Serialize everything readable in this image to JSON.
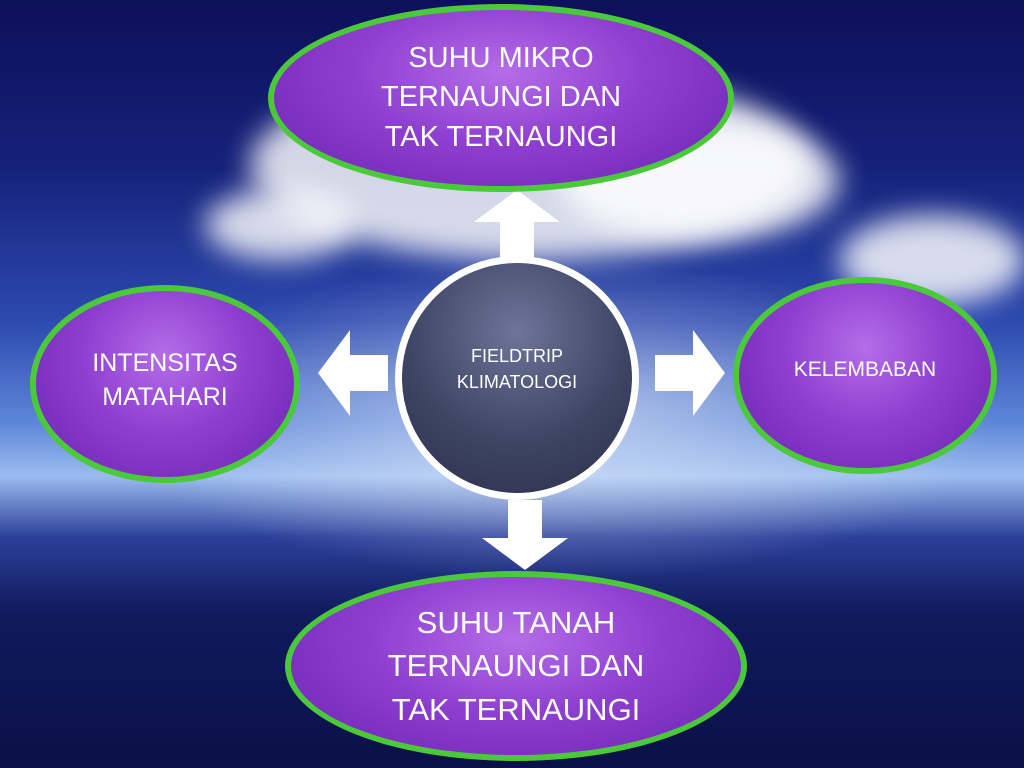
{
  "center": {
    "lines": [
      "FIELDTRIP",
      "KLIMATOLOGI"
    ]
  },
  "nodes": {
    "top": {
      "lines": [
        "SUHU MIKRO",
        "TERNAUNGI DAN",
        "TAK TERNAUNGI"
      ]
    },
    "left": {
      "lines": [
        "INTENSITAS",
        "MATAHARI"
      ]
    },
    "right": {
      "lines": [
        "KELEMBABAN"
      ]
    },
    "bottom": {
      "lines": [
        "SUHU TANAH",
        "TERNAUNGI DAN",
        "TAK TERNAUNGI"
      ]
    }
  },
  "colors": {
    "ellipse_fill": "#8e3fd0",
    "ellipse_border": "#4ac93a",
    "center_fill": "#3e4565",
    "center_border": "#ffffff",
    "arrow_fill": "#ffffff"
  }
}
